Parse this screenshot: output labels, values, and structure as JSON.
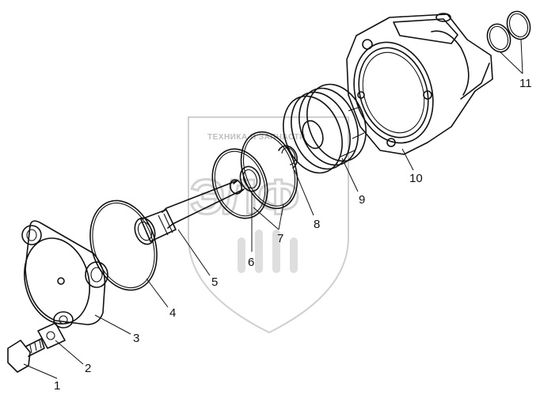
{
  "watermark": {
    "text": "ТЕХНИКА И ЗАПЧАСТИ",
    "letters": "ЭЛФ"
  },
  "parts": [
    {
      "id": "1",
      "label": "1",
      "icon": "bolt-icon"
    },
    {
      "id": "2",
      "label": "2",
      "icon": "washer-icon"
    },
    {
      "id": "3",
      "label": "3",
      "icon": "cover-icon"
    },
    {
      "id": "4",
      "label": "4",
      "icon": "gasket-icon"
    },
    {
      "id": "5",
      "label": "5",
      "icon": "piston-rod-icon"
    },
    {
      "id": "6",
      "label": "6",
      "icon": "o-ring-icon"
    },
    {
      "id": "7",
      "label": "7",
      "icon": "o-ring-icon"
    },
    {
      "id": "8",
      "label": "8",
      "icon": "retaining-ring-icon"
    },
    {
      "id": "9",
      "label": "9",
      "icon": "piston-icon"
    },
    {
      "id": "10",
      "label": "10",
      "icon": "cylinder-housing-icon"
    },
    {
      "id": "11",
      "label": "11",
      "icon": "sealing-ring-icon"
    }
  ]
}
